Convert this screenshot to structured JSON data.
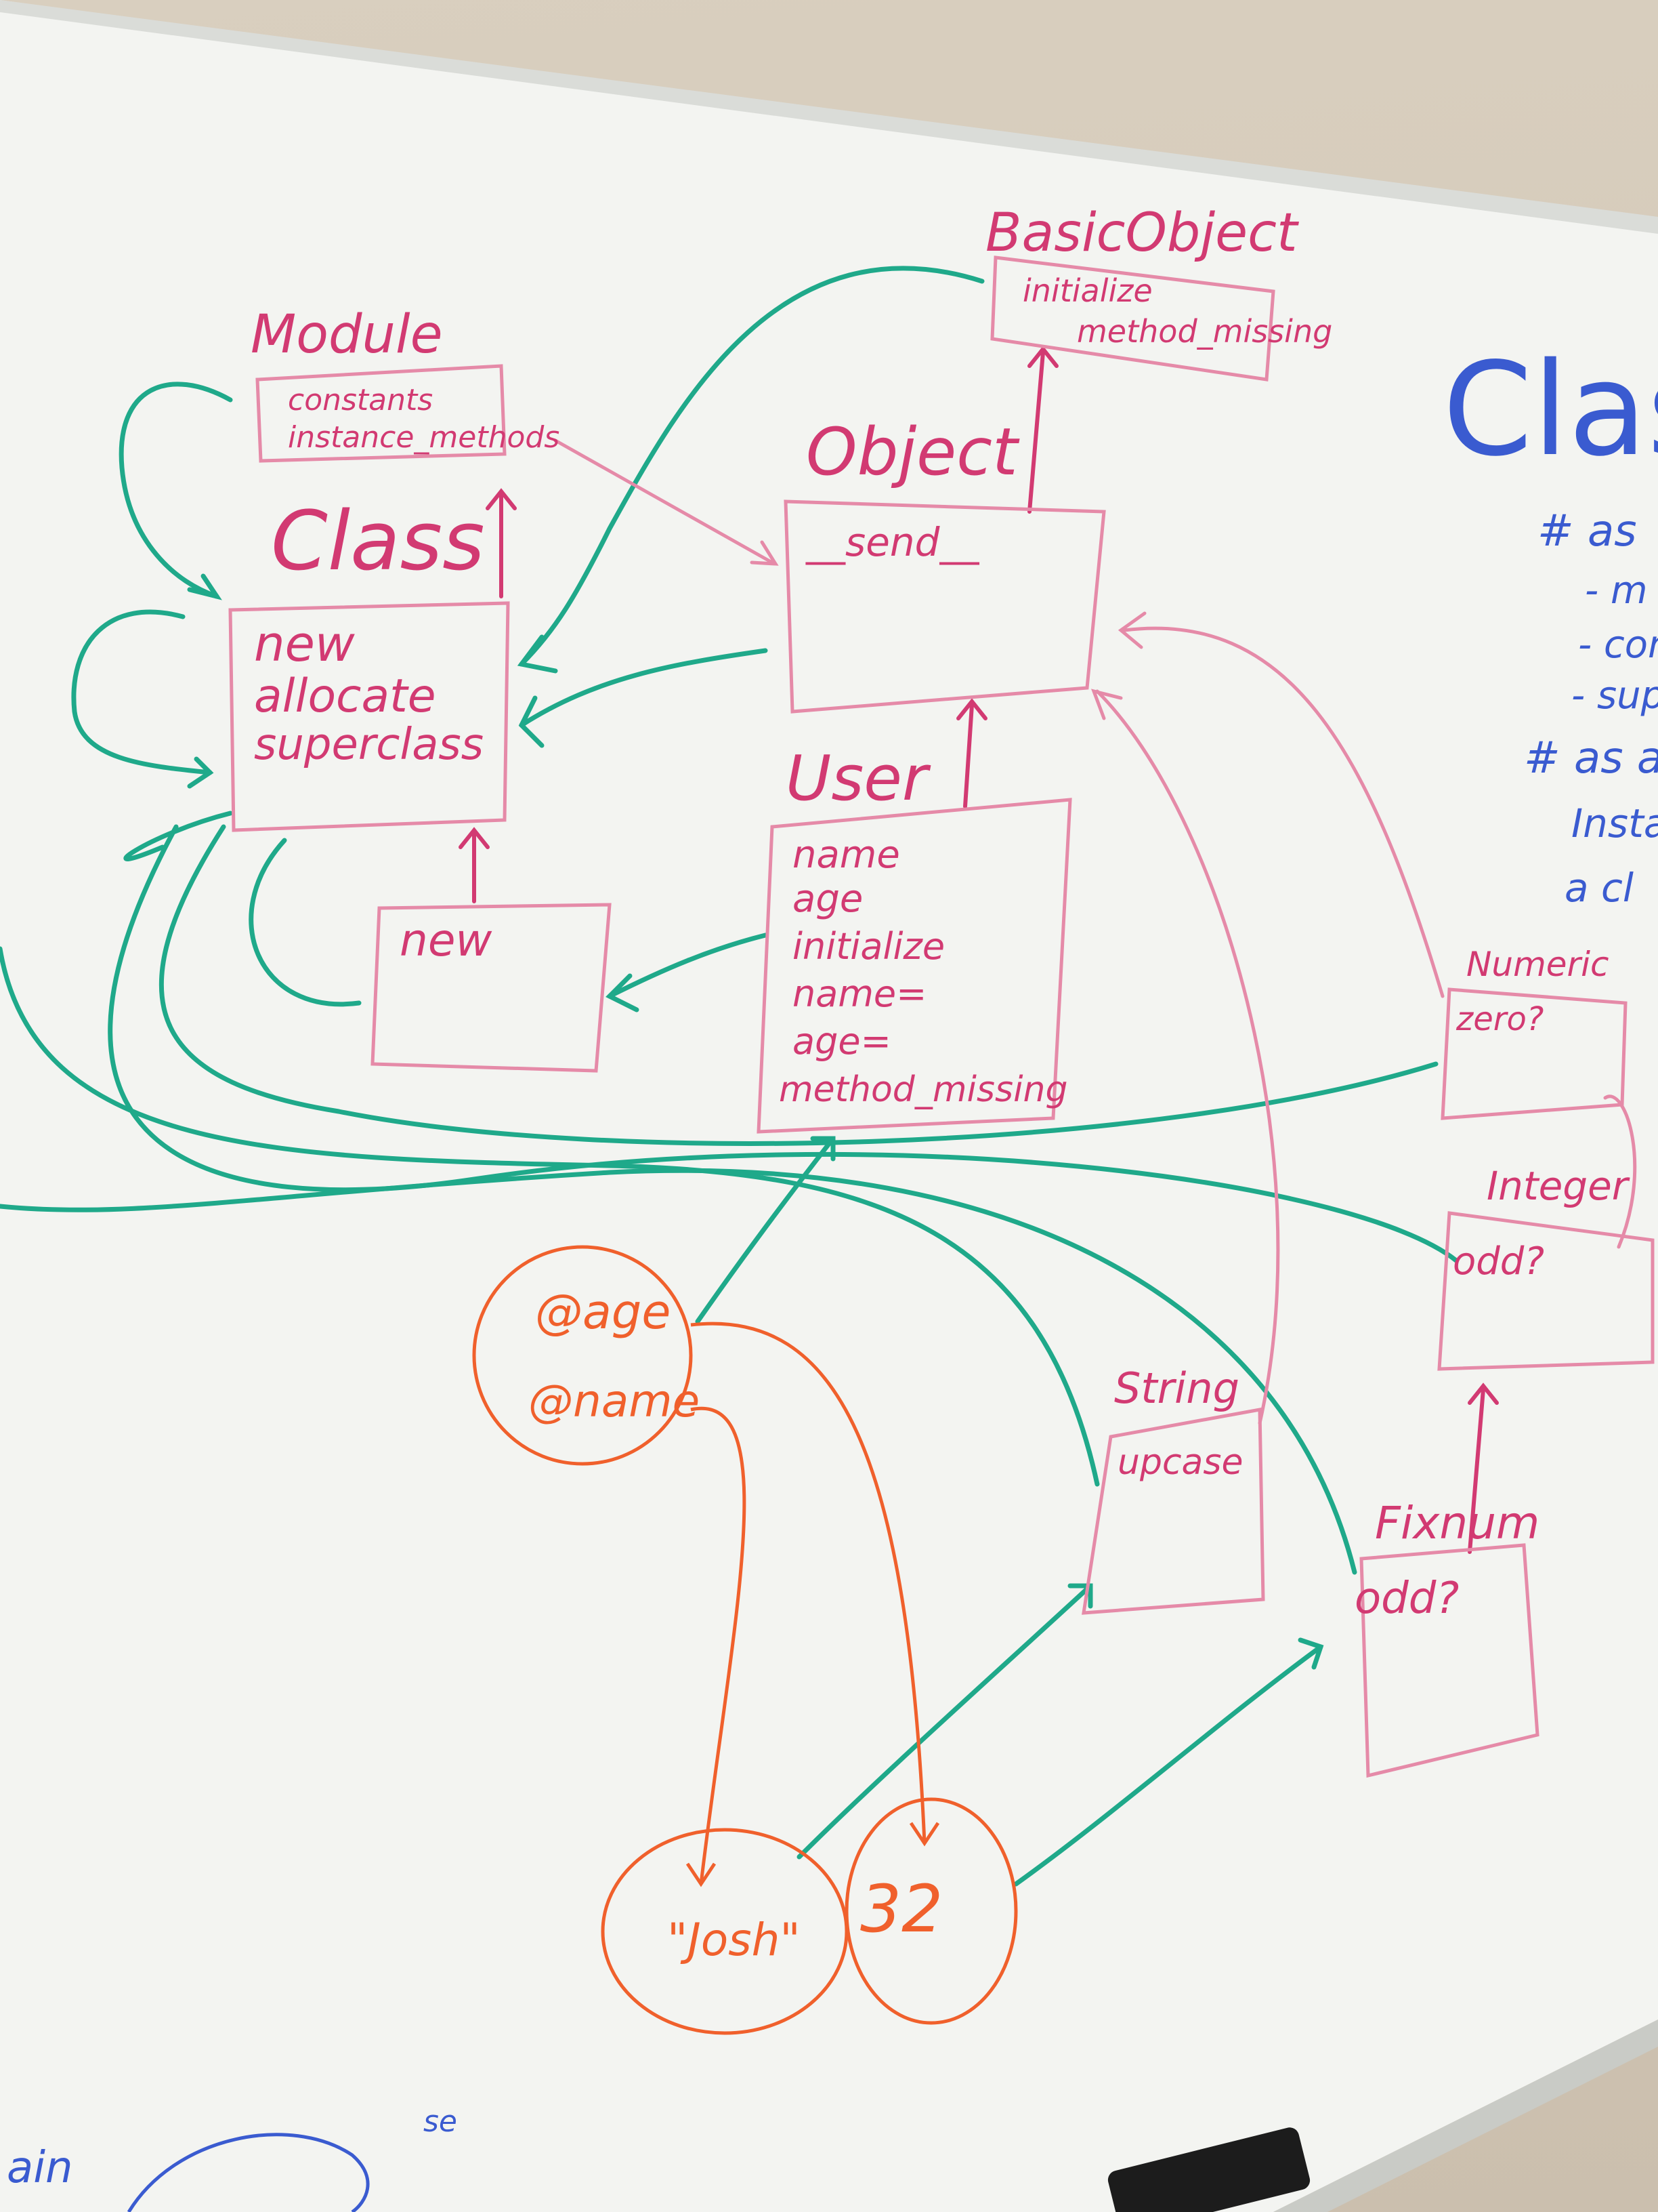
{
  "colors": {
    "pink": "#d23a72",
    "pink_light": "#e58aa8",
    "teal": "#1fa98a",
    "orange": "#f0602c",
    "blue": "#3a5bd0",
    "board": "#f3f4f1",
    "wall": "#cbbfae"
  },
  "classes": {
    "basic_object": {
      "title": "BasicObject",
      "methods": [
        "initialize",
        "method_missing"
      ]
    },
    "module": {
      "title": "Module",
      "methods": [
        "constants",
        "instance_methods"
      ]
    },
    "class": {
      "title": "Class",
      "methods": [
        "new",
        "allocate",
        "superclass"
      ]
    },
    "singleton": {
      "methods": [
        "new"
      ]
    },
    "object": {
      "title": "Object",
      "methods": [
        "__send__"
      ]
    },
    "user": {
      "title": "User",
      "methods": [
        "name",
        "age",
        "initialize",
        "name=",
        "age=",
        "method_missing"
      ]
    },
    "numeric": {
      "title": "Numeric",
      "methods": [
        "zero?"
      ]
    },
    "integer": {
      "title": "Integer",
      "methods": [
        "odd?"
      ]
    },
    "string": {
      "title": "String",
      "methods": [
        "upcase"
      ]
    },
    "fixnum": {
      "title": "Fixnum",
      "methods": [
        "odd?"
      ]
    }
  },
  "instance": {
    "ivars": [
      "@age",
      "@name"
    ]
  },
  "values": {
    "string_value": "\"Josh\"",
    "number_value": "32"
  },
  "notes": {
    "title": "Class",
    "lines": [
      "# as",
      "- m",
      "- con",
      "- supe",
      "# as a",
      "Insta",
      "a cl"
    ]
  },
  "corner_notes": {
    "left": "ain",
    "right": "se"
  }
}
